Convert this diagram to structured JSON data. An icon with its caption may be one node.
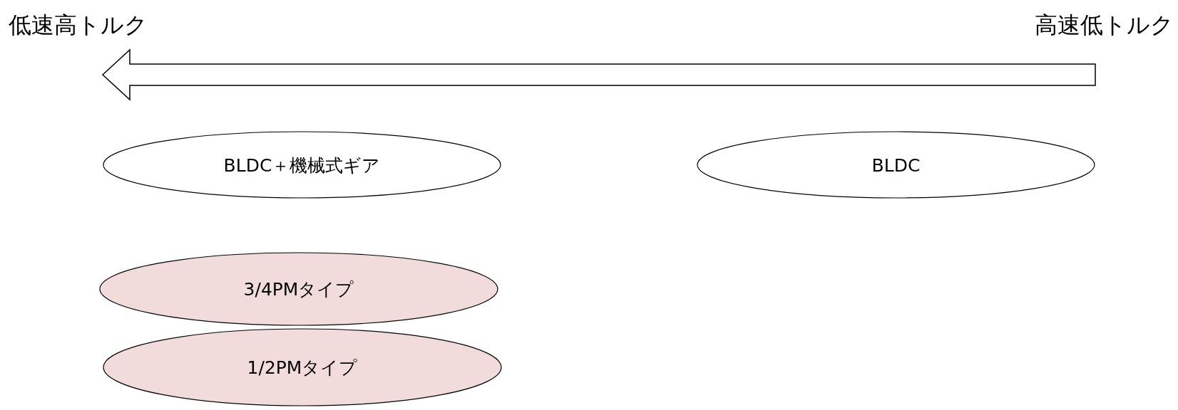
{
  "diagram": {
    "nodes": [
      {
        "text": [
          "BLDC＋機械式ギア"
        ]
      },
      {
        "text": [
          "BLDC"
        ]
      },
      {
        "text": [
          "3/4PMタイプ"
        ]
      },
      {
        "text": [
          "1/2PMタイプ"
        ]
      }
    ],
    "labels": [
      "低速高トルク",
      "高速低トルク"
    ]
  }
}
